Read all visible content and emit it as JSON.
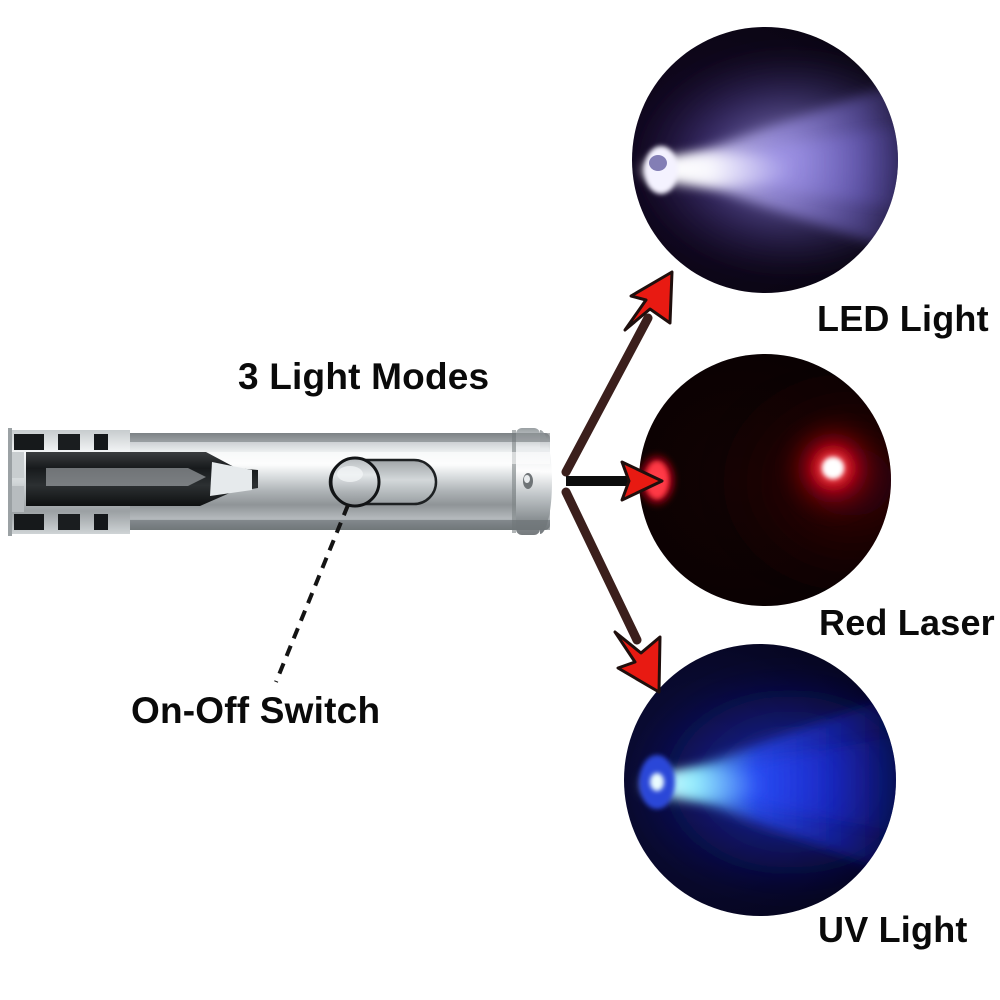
{
  "image": {
    "kind": "product-infographic",
    "subject": "3-in-1 pen flashlight with LED, red laser and UV modes",
    "background_color": "#ffffff"
  },
  "callouts": {
    "modes_label": "3 Light Modes",
    "switch_label": "On-Off Switch"
  },
  "product": {
    "name": "pen-flashlight",
    "body_color": "#b9bcbe",
    "highlight_color": "#f2f4f5",
    "shadow_color": "#6c7174",
    "outline_color": "#7d8386",
    "button_name": "on-off-switch-button"
  },
  "modes": [
    {
      "id": "led",
      "label": "LED Light",
      "beam_color": "#8f86e8",
      "beam_core_color": "#ffffff",
      "disc_color": "#0a0510",
      "emitter_color": "#ffffff"
    },
    {
      "id": "laser",
      "label": "Red Laser",
      "beam_color": "#ff1020",
      "beam_core_color": "#ffffff",
      "disc_color": "#090203",
      "emitter_color": "#ff2233"
    },
    {
      "id": "uv",
      "label": "UV Light",
      "beam_color": "#1a2bff",
      "beam_core_color": "#9ff0ff",
      "disc_color": "#05031a",
      "emitter_color": "#bfe8ff"
    }
  ],
  "arrows": {
    "shaft_color": "#3b1f1c",
    "head_color": "#e81a12",
    "head_outline_color": "#1a0d0c",
    "count": 3,
    "origin_label": "flashlight-head"
  },
  "leader_line": {
    "style": "dashed",
    "color": "#1c1c1c",
    "from": "on-off-switch-button",
    "to": "On-Off Switch"
  }
}
